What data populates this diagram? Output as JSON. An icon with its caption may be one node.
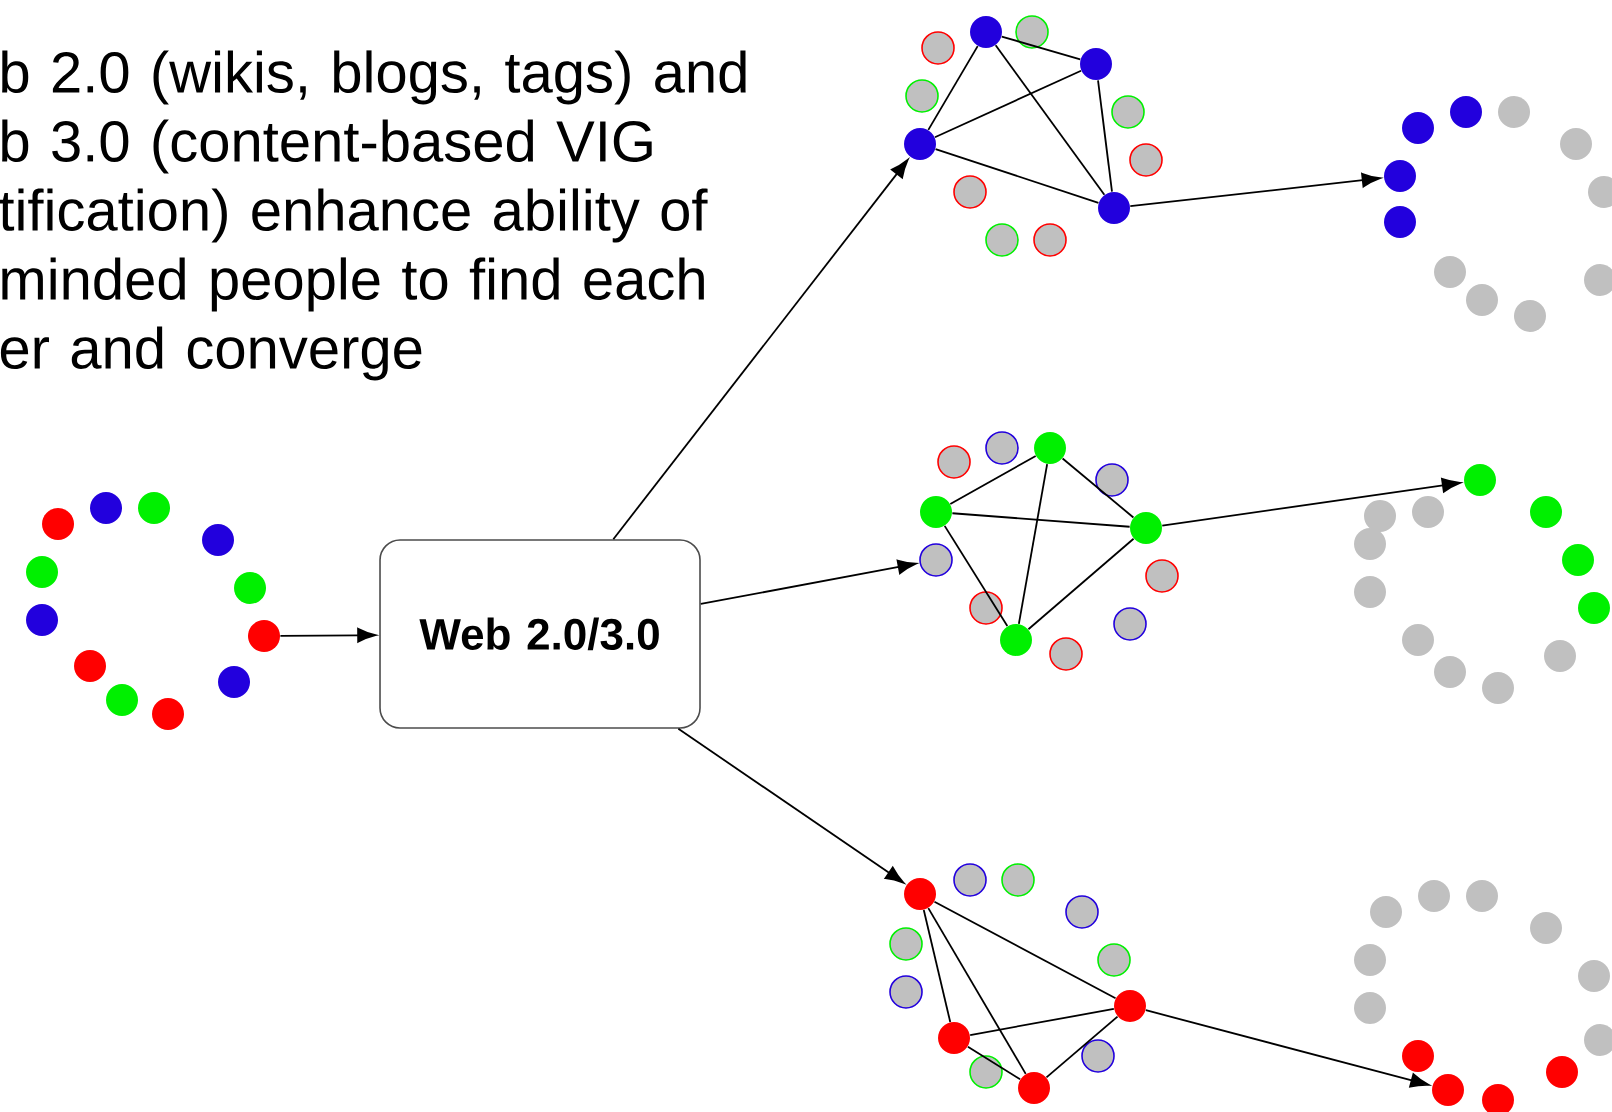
{
  "diagram": {
    "nodes": [
      {
        "text": [],
        "shape": "circle"
      },
      {
        "text": [
          "Web 2.0/3.0"
        ]
      },
      {
        "text": [],
        "shape": "circle"
      },
      {
        "text": [],
        "shape": "circle"
      },
      {
        "text": [],
        "shape": "circle"
      },
      {
        "text": [],
        "shape": "circle"
      },
      {
        "text": [],
        "shape": "circle"
      },
      {
        "text": [],
        "shape": "circle"
      },
      {
        "text": [],
        "shape": "circle"
      },
      {
        "text": [],
        "shape": "circle"
      },
      {
        "text": [],
        "shape": "circle"
      },
      {
        "text": [],
        "shape": "circle"
      },
      {
        "text": [],
        "shape": "circle"
      },
      {
        "text": [],
        "shape": "circle"
      },
      {
        "text": [],
        "shape": "circle"
      },
      {
        "text": [],
        "shape": "circle"
      },
      {
        "text": [],
        "shape": "circle"
      },
      {
        "text": [],
        "shape": "circle"
      },
      {
        "text": [],
        "shape": "circle"
      },
      {
        "text": [],
        "shape": "circle"
      },
      {
        "text": [],
        "shape": "circle"
      },
      {
        "text": [],
        "shape": "circle"
      },
      {
        "text": [],
        "shape": "circle"
      },
      {
        "text": [],
        "shape": "circle"
      },
      {
        "text": [],
        "shape": "circle"
      },
      {
        "text": [],
        "shape": "circle"
      },
      {
        "text": [],
        "shape": "circle"
      },
      {
        "text": [],
        "shape": "circle"
      },
      {
        "text": [],
        "shape": "circle"
      },
      {
        "text": [],
        "shape": "circle"
      },
      {
        "text": [],
        "shape": "circle"
      },
      {
        "text": [],
        "shape": "circle"
      },
      {
        "text": [],
        "shape": "circle"
      },
      {
        "text": [],
        "shape": "circle"
      },
      {
        "text": [],
        "shape": "circle"
      },
      {
        "text": [],
        "shape": "circle"
      },
      {
        "text": [],
        "shape": "circle"
      },
      {
        "text": [],
        "shape": "circle"
      },
      {
        "text": [],
        "shape": "circle"
      },
      {
        "text": [],
        "shape": "circle"
      },
      {
        "text": [],
        "shape": "circle"
      },
      {
        "text": [],
        "shape": "circle"
      },
      {
        "text": [],
        "shape": "circle"
      },
      {
        "text": [],
        "shape": "circle"
      },
      {
        "text": [],
        "shape": "circle"
      },
      {
        "text": [],
        "shape": "circle"
      },
      {
        "text": [],
        "shape": "circle"
      },
      {
        "text": [],
        "shape": "circle"
      },
      {
        "text": [],
        "shape": "circle"
      },
      {
        "text": [],
        "shape": "circle"
      },
      {
        "text": [],
        "shape": "circle"
      },
      {
        "text": [],
        "shape": "circle"
      },
      {
        "text": [],
        "shape": "circle"
      },
      {
        "text": [],
        "shape": "circle"
      },
      {
        "text": [],
        "shape": "circle"
      },
      {
        "text": [],
        "shape": "circle"
      },
      {
        "text": [],
        "shape": "circle"
      },
      {
        "text": [],
        "shape": "circle"
      },
      {
        "text": [],
        "shape": "circle"
      },
      {
        "text": [],
        "shape": "circle"
      },
      {
        "text": [],
        "shape": "circle"
      },
      {
        "text": [],
        "shape": "circle"
      },
      {
        "text": [],
        "shape": "circle"
      },
      {
        "text": [],
        "shape": "circle"
      },
      {
        "text": [],
        "shape": "circle"
      },
      {
        "text": [],
        "shape": "circle"
      },
      {
        "text": [],
        "shape": "circle"
      },
      {
        "text": [],
        "shape": "circle"
      },
      {
        "text": [],
        "shape": "circle"
      },
      {
        "text": [],
        "shape": "circle"
      },
      {
        "text": [],
        "shape": "circle"
      },
      {
        "text": [],
        "shape": "circle"
      },
      {
        "text": [],
        "shape": "circle"
      },
      {
        "text": [],
        "shape": "circle"
      },
      {
        "text": [],
        "shape": "circle"
      },
      {
        "text": [],
        "shape": "circle"
      },
      {
        "text": [],
        "shape": "circle"
      },
      {
        "text": [],
        "shape": "circle"
      },
      {
        "text": [],
        "shape": "circle"
      },
      {
        "text": [],
        "shape": "circle"
      },
      {
        "text": [],
        "shape": "circle"
      },
      {
        "text": [],
        "shape": "circle"
      },
      {
        "text": [],
        "shape": "circle"
      },
      {
        "text": [],
        "shape": "circle"
      }
    ],
    "edges": [
      {
        "from": 0,
        "to": 1,
        "arrow": "to"
      },
      {
        "from": 1,
        "to": 4,
        "arrow": "to"
      },
      {
        "from": 1,
        "to": 10,
        "arrow": "to"
      },
      {
        "from": 1,
        "to": 11,
        "arrow": "to"
      },
      {
        "from": 2,
        "to": 3,
        "arrow": "none"
      },
      {
        "from": 2,
        "to": 4,
        "arrow": "none"
      },
      {
        "from": 2,
        "to": 5,
        "arrow": "none"
      },
      {
        "from": 3,
        "to": 4,
        "arrow": "none"
      },
      {
        "from": 3,
        "to": 5,
        "arrow": "none"
      },
      {
        "from": 4,
        "to": 5,
        "arrow": "none"
      },
      {
        "from": 6,
        "to": 7,
        "arrow": "none"
      },
      {
        "from": 6,
        "to": 8,
        "arrow": "none"
      },
      {
        "from": 6,
        "to": 9,
        "arrow": "none"
      },
      {
        "from": 7,
        "to": 8,
        "arrow": "none"
      },
      {
        "from": 7,
        "to": 9,
        "arrow": "none"
      },
      {
        "from": 8,
        "to": 9,
        "arrow": "none"
      },
      {
        "from": 11,
        "to": 12,
        "arrow": "none"
      },
      {
        "from": 11,
        "to": 13,
        "arrow": "none"
      },
      {
        "from": 11,
        "to": 14,
        "arrow": "none"
      },
      {
        "from": 13,
        "to": 12,
        "arrow": "none"
      },
      {
        "from": 13,
        "to": 14,
        "arrow": "none"
      },
      {
        "from": 12,
        "to": 14,
        "arrow": "none"
      },
      {
        "from": 5,
        "to": 15,
        "arrow": "to"
      },
      {
        "from": 8,
        "to": 16,
        "arrow": "to"
      },
      {
        "from": 12,
        "to": 17,
        "arrow": "to"
      }
    ],
    "labels": [
      "b 2.0 (wikis, blogs, tags) and b 3.0 (content-based VIG tification) enhance ability of minded people to find each er and converge"
    ]
  }
}
